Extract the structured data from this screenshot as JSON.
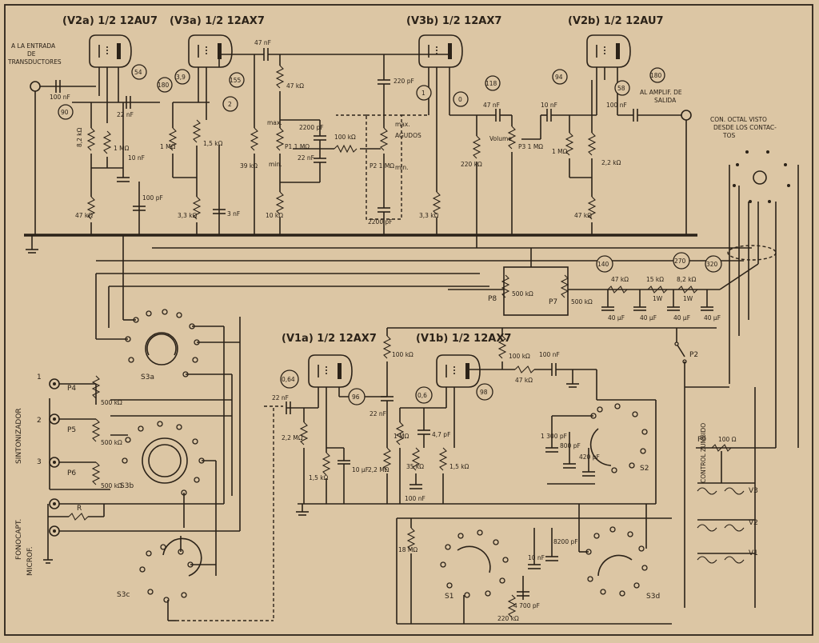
{
  "tubes": {
    "v2a": "(V2a)  1/2 12AU7",
    "v3a": "(V3a)  1/2 12AX7",
    "v3b": "(V3b)  1/2 12AX7",
    "v2b": "(V2b)  1/2 12AU7",
    "v1a": "(V1a)  1/2 12AX7",
    "v1b": "(V1b)  1/2 12AX7"
  },
  "notes": {
    "input_line1": "A LA ENTRADA",
    "input_line2": "DE",
    "input_line3": "TRANSDUCTORES",
    "output_line1": "AL AMPLIF. DE",
    "output_line2": "SALIDA",
    "octal_line1": "CON. OCTAL VISTO",
    "octal_line2": "DESDE LOS CONTAC-",
    "octal_line3": "TOS",
    "sintonizador": "SINTONIZADOR",
    "fonocapt": "FONOCAPT.",
    "microf": "MICROF.",
    "control_zumbido": "CONTROL ZUMBIDO",
    "agudos": "AGUDOS",
    "volume": "Volume",
    "max1": "max.",
    "min1": "min.",
    "max2": "max.",
    "min2": "min."
  },
  "voltages": [
    "54",
    "180",
    "90",
    "3,9",
    "2",
    "155",
    "1",
    "0",
    "118",
    "94",
    "58",
    "180",
    "140",
    "270",
    "320",
    "0,64",
    "96",
    "0,6",
    "98"
  ],
  "components": {
    "c_47nf_top": "47 nF",
    "c_100nf_in": "100 nF",
    "c_22nf_top": "22 nF",
    "r_82k": "8,2 kΩ",
    "r_1m_a": "1 MΩ",
    "c_10nf": "10 nF",
    "r_47k_a": "47 kΩ",
    "c_100pf": "100 pF",
    "r_1m_b": "1 MΩ",
    "r_15k": "1,5 kΩ",
    "r_33k_a": "3,3 kΩ",
    "c_3nf": "3 nF",
    "r_39k": "39 kΩ",
    "r_47k_b": "47 kΩ",
    "p1": "P1 1 MΩ",
    "r_10k": "10 kΩ",
    "c_2200pf_a": "2200 pF",
    "c_22nf_b": "22 nF",
    "r_100k_mid": "100 kΩ",
    "c_220pf": "220 pF",
    "p2": "P2 1 MΩ",
    "c_2200pf_b": "2200 pF",
    "c_47nf_b": "47 nF",
    "r_220k": "220 kΩ",
    "r_33k_b": "3,3 kΩ",
    "p3": "P3 1 MΩ",
    "c_10nf_b": "10 nF",
    "c_100nf_b": "100 nF",
    "r_1m_c": "1 MΩ",
    "r_22k": "2,2 kΩ",
    "r_47k_c": "47 kΩ",
    "p8": "P8",
    "p8_val": "500 kΩ",
    "p7": "P7",
    "p7_val": "500 kΩ",
    "r_47k_d": "47 kΩ",
    "r_15k_b": "15 kΩ",
    "r_82k_b": "8,2 kΩ",
    "w1": "1W",
    "w2": "1W",
    "c_40uf": "40 μF",
    "r_100k_v1a": "100 kΩ",
    "r_100k_v1b": "100 kΩ",
    "c_100nf_v1": "100 nF",
    "r_47k_v1": "47 kΩ",
    "c_22nf_v1a": "22 nF",
    "r_22m": "2,2 MΩ",
    "r_15k_v1a": "1,5 kΩ",
    "c_10uf": "10 μF",
    "c_22nf_mid": "22 nF",
    "r_1m_v1b": "1 MΩ",
    "c_47pf": "4,7 pF",
    "r_22m_b": "2,2 MΩ",
    "r_35k": "35 kΩ",
    "r_15k_v1b": "1,5 kΩ",
    "c_100nf_c": "100 nF",
    "r_18m": "18 MΩ",
    "c_1300pf": "1 300 pF",
    "c_800pf": "800 pF",
    "c_420pf": "420 pF",
    "c_10nf_c": "10 nF",
    "c_8200pf": "8200 pF",
    "c_4700pf": "4 700 pF",
    "r_220k_b": "220 kΩ",
    "p4": "P4",
    "p4_val": "500 kΩ",
    "p5": "P5",
    "p5_val": "500 kΩ",
    "p6": "P6",
    "p6_val": "500 kΩ",
    "r_r": "R",
    "p9": "P9",
    "p9_val": "100 Ω",
    "p2_switch": "P2"
  },
  "switches": [
    "S3a",
    "S3b",
    "S3c",
    "S1",
    "S3d",
    "S2"
  ],
  "inputs": [
    "1",
    "2",
    "3"
  ],
  "tube_heaters": [
    "V3",
    "V2",
    "V1"
  ]
}
